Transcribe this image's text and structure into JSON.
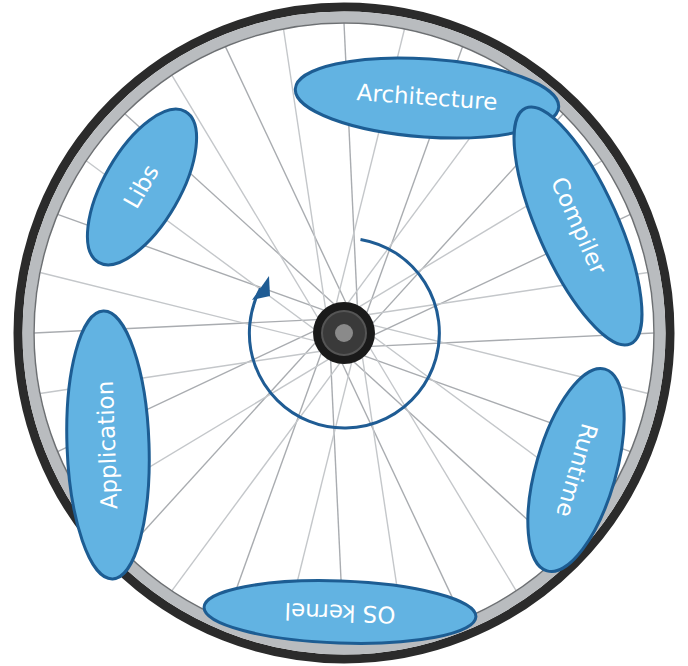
{
  "diagram": {
    "nodes": [
      {
        "text": [
          "Architecture"
        ]
      },
      {
        "text": [
          "Compiler"
        ]
      },
      {
        "text": [
          "Runtime"
        ]
      },
      {
        "text": [
          "OS kernel"
        ]
      },
      {
        "text": [
          "Application"
        ]
      },
      {
        "text": [
          "Libs"
        ]
      }
    ]
  }
}
